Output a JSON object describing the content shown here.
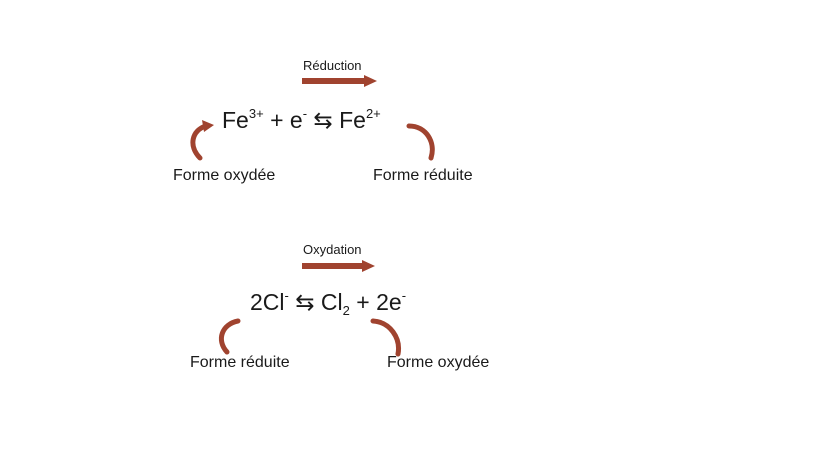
{
  "colors": {
    "arrow": "#a0432f",
    "text": "#1a1a1a",
    "background": "#ffffff"
  },
  "reaction1": {
    "process_label": "Réduction",
    "equation": {
      "left_species": "Fe",
      "left_charge": "3+",
      "plus": "+",
      "electron": "e",
      "electron_charge": "-",
      "equilibrium_symbol": "⇆",
      "right_species": "Fe",
      "right_charge": "2+"
    },
    "left_form": "Forme oxydée",
    "right_form": "Forme réduite"
  },
  "reaction2": {
    "process_label": "Oxydation",
    "equation": {
      "left_species": "2Cl",
      "left_charge": "-",
      "equilibrium_symbol": "⇆",
      "right_species": "Cl",
      "right_subscript": "2",
      "plus": "+",
      "electron": "2e",
      "electron_charge": "-"
    },
    "left_form": "Forme réduite",
    "right_form": "Forme oxydée"
  }
}
